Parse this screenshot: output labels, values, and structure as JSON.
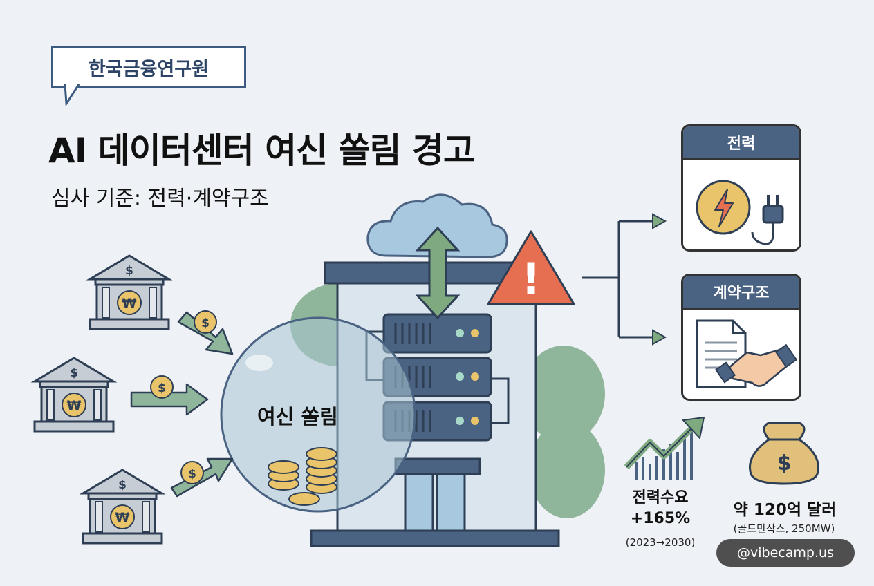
{
  "header": {
    "tag_label": "한국금융연구원",
    "title": "AI 데이터센터 여신 쏠림 경고",
    "subtitle": "심사 기준: 전력·계약구조"
  },
  "diagram": {
    "bubble_label": "여신 쏠림",
    "currency_symbol": "₩",
    "dollar_symbol": "$",
    "warning_symbol": "!",
    "cards": [
      {
        "label": "전력",
        "icon": "power-plug-icon"
      },
      {
        "label": "계약구조",
        "icon": "handshake-contract-icon"
      }
    ]
  },
  "stats": {
    "power_demand_label": "전력수요",
    "power_demand_value": "+165%",
    "power_demand_period": "(2023→2030)",
    "investment_label": "약 120억 달러",
    "investment_source": "(골드만삭스, 250MW)"
  },
  "colors": {
    "accent": "#3d5a80",
    "warning": "#e76f51",
    "arrow_green": "#7fa97f",
    "coin_gold": "#e9c46a"
  },
  "watermark": "@vibecamp.us"
}
